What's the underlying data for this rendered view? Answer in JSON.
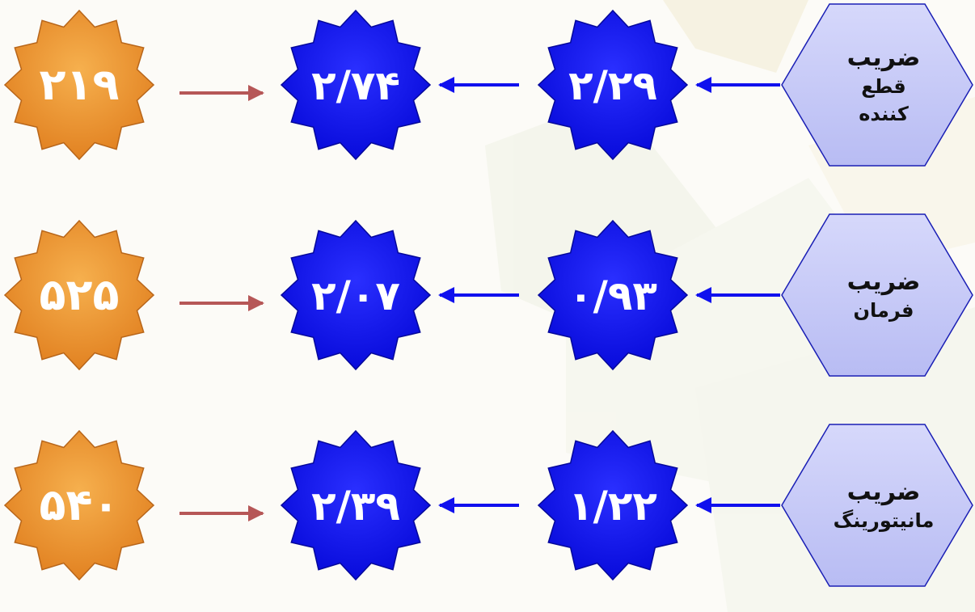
{
  "colors": {
    "hexagon_fill": "#c6c9f8",
    "hexagon_stroke": "#1a1fb5",
    "blue_star": "#0a0ff2",
    "blue_star_stroke": "#05089a",
    "orange_star": "#f0922c",
    "orange_star_stroke": "#b8661a",
    "blue_arrow": "#1010ee",
    "red_arrow": "#b65757",
    "number_blue_text": "#ffffff",
    "number_orange_text": "#ffffff"
  },
  "rows": [
    {
      "label_lines": [
        "ضریب",
        "قطع",
        "کننده"
      ],
      "value_a": "۲/۲۹",
      "value_b": "۲/۷۴",
      "result": "۲۱۹"
    },
    {
      "label_lines": [
        "ضریب",
        "فرمان"
      ],
      "value_a": "۰/۹۳",
      "value_b": "۲/۰۷",
      "result": "۵۲۵"
    },
    {
      "label_lines": [
        "ضریب",
        "مانیتورینگ"
      ],
      "value_a": "۱/۲۲",
      "value_b": "۲/۳۹",
      "result": "۵۴۰"
    }
  ]
}
